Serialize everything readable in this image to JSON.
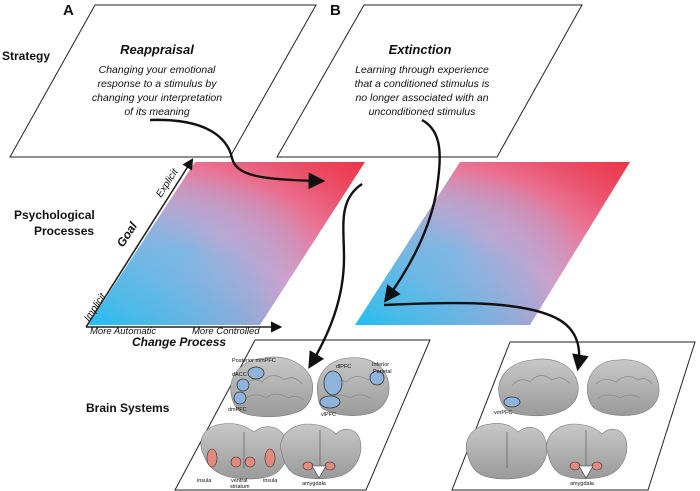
{
  "panels": {
    "a": "A",
    "b": "B"
  },
  "rows": {
    "strategy": "Strategy",
    "psych_line1": "Psychological",
    "psych_line2": "Processes",
    "brain": "Brain Systems"
  },
  "reappraisal": {
    "title": "Reappraisal",
    "desc": [
      "Changing your emotional",
      "response to a stimulus by",
      "changing your interpretation",
      "of its meaning"
    ]
  },
  "extinction": {
    "title": "Extinction",
    "desc": [
      "Learning through experience",
      "that a conditioned stimulus is",
      "no longer associated with an",
      "unconditioned stimulus"
    ]
  },
  "axes": {
    "goal": "Goal",
    "explicit": "Explicit",
    "implicit": "Implicit",
    "more_automatic": "More Automatic",
    "more_controlled": "More Controlled",
    "change_process": "Change Process"
  },
  "brain_labels_a": {
    "posterior_mmpfc": "Posterior mmPFC",
    "dacc": "dACC",
    "dmpfc": "dmPFC",
    "dlpfc": "dlPFC",
    "inferior": "Inferior",
    "parietal": "Parietal",
    "vlpfc": "vlPFC",
    "insula_left": "insula",
    "ventral": "ventral",
    "striatum": "striatum",
    "insula_right": "insula",
    "amygdala": "amygdala"
  },
  "brain_labels_b": {
    "vmpfc": "vmPFC",
    "amygdala": "amygdala"
  },
  "colors": {
    "gradient_blue": "#27bdf0",
    "gradient_pink": "#f08ab8",
    "gradient_red": "#ec3a4a",
    "roi_blue": "#8fb4dc",
    "roi_red": "#e08a80"
  }
}
